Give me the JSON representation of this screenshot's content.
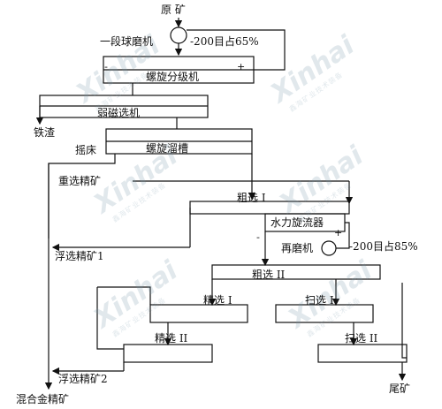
{
  "nodes": {
    "raw_ore": "原 矿",
    "ball_mill_1": "一段球磨机",
    "grind_1": "-200目占65%",
    "spiral_classifier": "螺旋分级机",
    "weak_magnetic": "弱磁选机",
    "iron_slag": "铁渣",
    "shaking_table": "摇床",
    "spiral_chute": "螺旋溜槽",
    "gravity_conc": "重选精矿",
    "rougher": "粗选 I",
    "hydrocyclone": "水力旋流器",
    "regrind_mill": "再磨机",
    "grind_2": "-200目占85%",
    "flot_conc_1": "浮选精矿1",
    "rougher_2": "粗选 II",
    "cleaner_1": "精选 I",
    "scavenger_1": "扫选 I",
    "cleaner_2": "精选 II",
    "scavenger_2": "扫选 II",
    "flot_conc_2": "浮选精矿2",
    "tailings": "尾矿",
    "mixed_conc": "混合金精矿"
  },
  "signs": {
    "minus": "-",
    "plus": "+"
  },
  "watermark": {
    "brand": "Xinhai",
    "tagline": "鑫海矿业技术装备"
  },
  "colors": {
    "line": "#111111",
    "watermark": "#a9bccb"
  }
}
